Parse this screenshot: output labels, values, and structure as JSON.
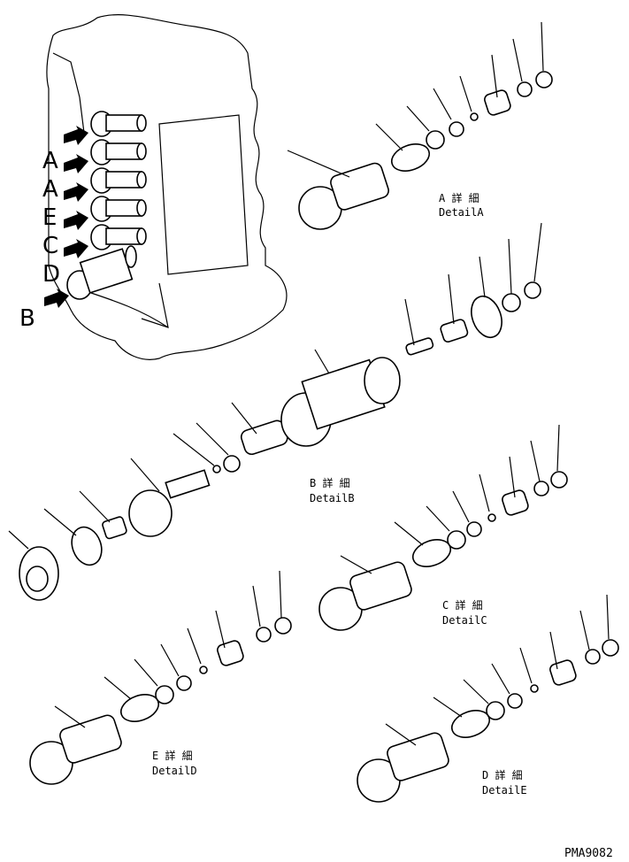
{
  "side_letters": [
    "A",
    "A",
    "E",
    "C",
    "D",
    "B"
  ],
  "details": [
    {
      "title": "A 詳 細",
      "caption": "DetailA"
    },
    {
      "title": "B 詳 細",
      "caption": "DetailB"
    },
    {
      "title": "C 詳 細",
      "caption": "DetailC"
    },
    {
      "title": "E 詳 細",
      "caption": "DetailD"
    },
    {
      "title": "D 詳 細",
      "caption": "DetailE"
    }
  ],
  "drawing_code": "PMA9082"
}
